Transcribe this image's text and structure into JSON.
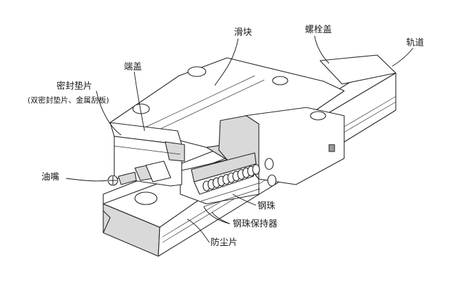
{
  "diagram": {
    "labels": {
      "slider": "滑块",
      "bolt_cap": "螺栓盖",
      "rail": "轨道",
      "end_cap": "端盖",
      "seal": "密封垫片",
      "seal_note": "(双密封垫片、金属刮板)",
      "grease_nipple": "油嘴",
      "steel_ball": "钢珠",
      "ball_retainer": "钢珠保持器",
      "dust_seal": "防尘片"
    },
    "colors": {
      "line": "#222222",
      "face_light": "#ffffff",
      "face_shade": "#d9d9d9",
      "face_dark": "#9a9a9a"
    }
  }
}
